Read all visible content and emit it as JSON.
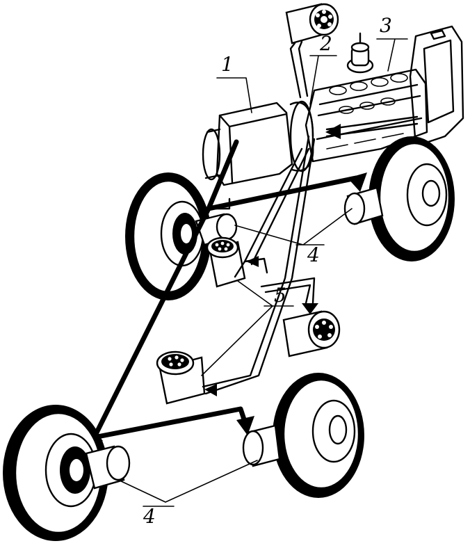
{
  "diagram": {
    "callouts": {
      "c1": "1",
      "c2": "2",
      "c3": "3",
      "c4_upper": "4",
      "c5": "5",
      "c4_lower": "4"
    }
  }
}
